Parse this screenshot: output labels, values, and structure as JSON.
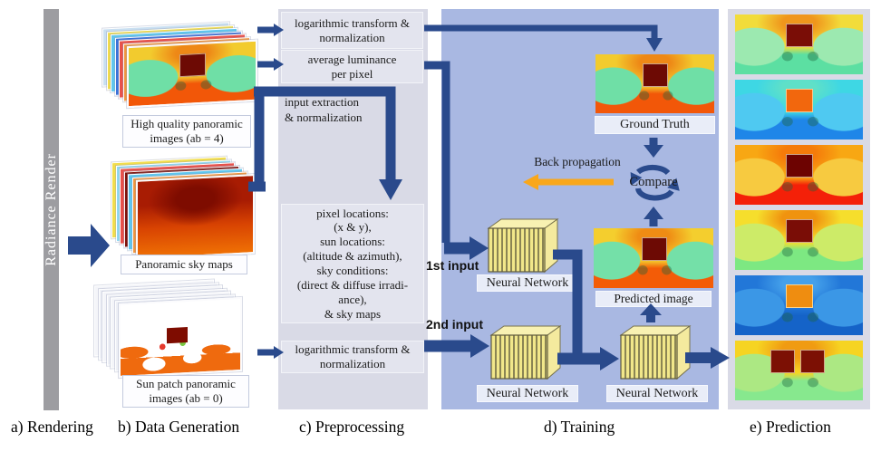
{
  "diagram": {
    "rendering": {
      "bar_label": "Radiance Render",
      "caption": "a) Rendering"
    },
    "data_generation": {
      "caption": "b) Data Generation",
      "stacks": [
        {
          "label": "High quality panoramic\nimages (ab = 4)",
          "edge_colors": [
            "#f0953e",
            "#e8514a",
            "#3a70d8",
            "#5fc6ee",
            "#f2dd4c",
            "#c9dff1"
          ],
          "palette": {
            "sky": "#f2cb2e",
            "glow": "#ee8816",
            "lobe": "#6fdfa6",
            "floor": "#f25708",
            "win": "#6d0a04"
          }
        },
        {
          "label": "Panoramic sky maps",
          "edge_colors": [
            "#f0953e",
            "#5fc6ee",
            "#7e1007",
            "#e8514a",
            "#8fd9f2",
            "#f2dd4c"
          ]
        },
        {
          "label": "Sun patch panoramic\nimages (ab = 0)",
          "edge_colors": [
            "#eef0f6",
            "#f4f5f9",
            "#eef0f6",
            "#f4f5f9",
            "#eef0f6",
            "#f4f5f9"
          ]
        }
      ]
    },
    "preprocessing": {
      "caption": "c) Preprocessing",
      "box_log1": "logarithmic transform &\nnormalization",
      "box_avg": "average luminance\nper pixel",
      "text_input_extraction": "input extraction\n& normalization",
      "box_features": "pixel locations:\n(x & y),\nsun locations:\n(altitude & azimuth),\nsky conditions:\n(direct & diffuse irradi-\nance),\n& sky maps",
      "box_log2": "logarithmic transform &\nnormalization"
    },
    "training": {
      "caption": "d) Training",
      "first_input": "1st input",
      "second_input": "2nd input",
      "ground_truth_label": "Ground Truth",
      "predicted_label": "Predicted image",
      "compare": "Compare",
      "back_propagation": "Back propagation",
      "nn_label_1": "Neural Network",
      "nn_label_2": "Neural Network",
      "nn_label_3": "Neural Network",
      "ground_truth_palette": {
        "sky": "#f2cb2e",
        "glow": "#ee8816",
        "lobe": "#6fdfa6",
        "floor": "#f25708",
        "win": "#6d0a04"
      },
      "predicted_palette": {
        "sky": "#f4ce2e",
        "glow": "#ef8c14",
        "lobe": "#74e0a8",
        "floor": "#f35c07",
        "win": "#6d0a04"
      }
    },
    "prediction": {
      "caption": "e) Prediction",
      "images": [
        {
          "windows": 1,
          "palette": {
            "sky": "#f2dc3a",
            "glow": "#f0961c",
            "lobe": "#9ce9b0",
            "floor": "#5cdfa2",
            "win": "#7a0d06"
          }
        },
        {
          "windows": 1,
          "palette": {
            "sky": "#3ed7e4",
            "glow": "#5fe0c8",
            "lobe": "#4fc9f1",
            "floor": "#1f86e8",
            "win": "#f2670d"
          }
        },
        {
          "windows": 1,
          "palette": {
            "sky": "#f8a713",
            "glow": "#f57b0a",
            "lobe": "#f7ca40",
            "floor": "#f42008",
            "win": "#6d0301"
          }
        },
        {
          "windows": 1,
          "palette": {
            "sky": "#f6de2c",
            "glow": "#f0930f",
            "lobe": "#cdeb68",
            "floor": "#7de882",
            "win": "#7a0d06"
          }
        },
        {
          "windows": 1,
          "palette": {
            "sky": "#2277d8",
            "glow": "#44a0ea",
            "lobe": "#3b97e6",
            "floor": "#1563c8",
            "win": "#ef8d10"
          }
        },
        {
          "windows": 2,
          "palette": {
            "sky": "#f6d422",
            "glow": "#f09b12",
            "lobe": "#ace883",
            "floor": "#87e88e",
            "win": "#7c1004"
          }
        }
      ]
    },
    "colors": {
      "accent_blue": "#2a4a8c",
      "accent_orange": "#f9a71b",
      "panel_light": "#d9dae6",
      "panel_blue": "#a9b8e2",
      "bar_gray": "#9d9da1"
    }
  }
}
